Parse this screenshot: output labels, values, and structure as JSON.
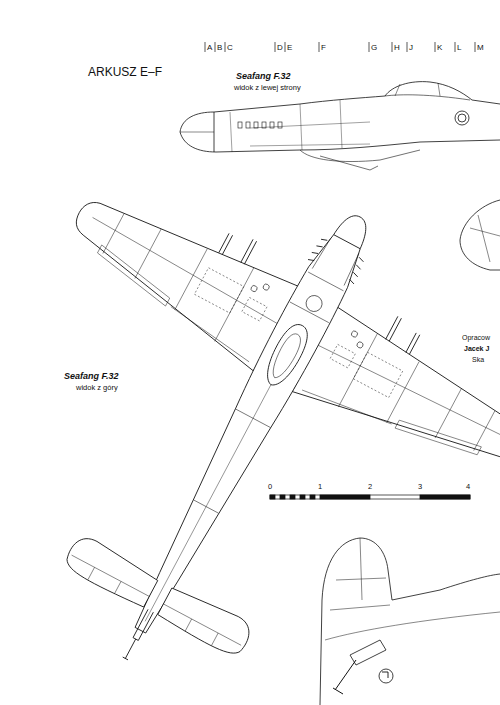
{
  "diagram": {
    "title": "ARKUSZ E–F",
    "labels": [
      "A",
      "B",
      "C",
      "D",
      "E",
      "F",
      "G",
      "H",
      "J",
      "K",
      "L",
      "M",
      "Seafang F.32",
      "widok z lewej strony",
      "Seafang F.32",
      "widok z góry",
      "0",
      "1",
      "2",
      "3",
      "4",
      "Opracow",
      "Jacek J",
      "Ska"
    ]
  }
}
